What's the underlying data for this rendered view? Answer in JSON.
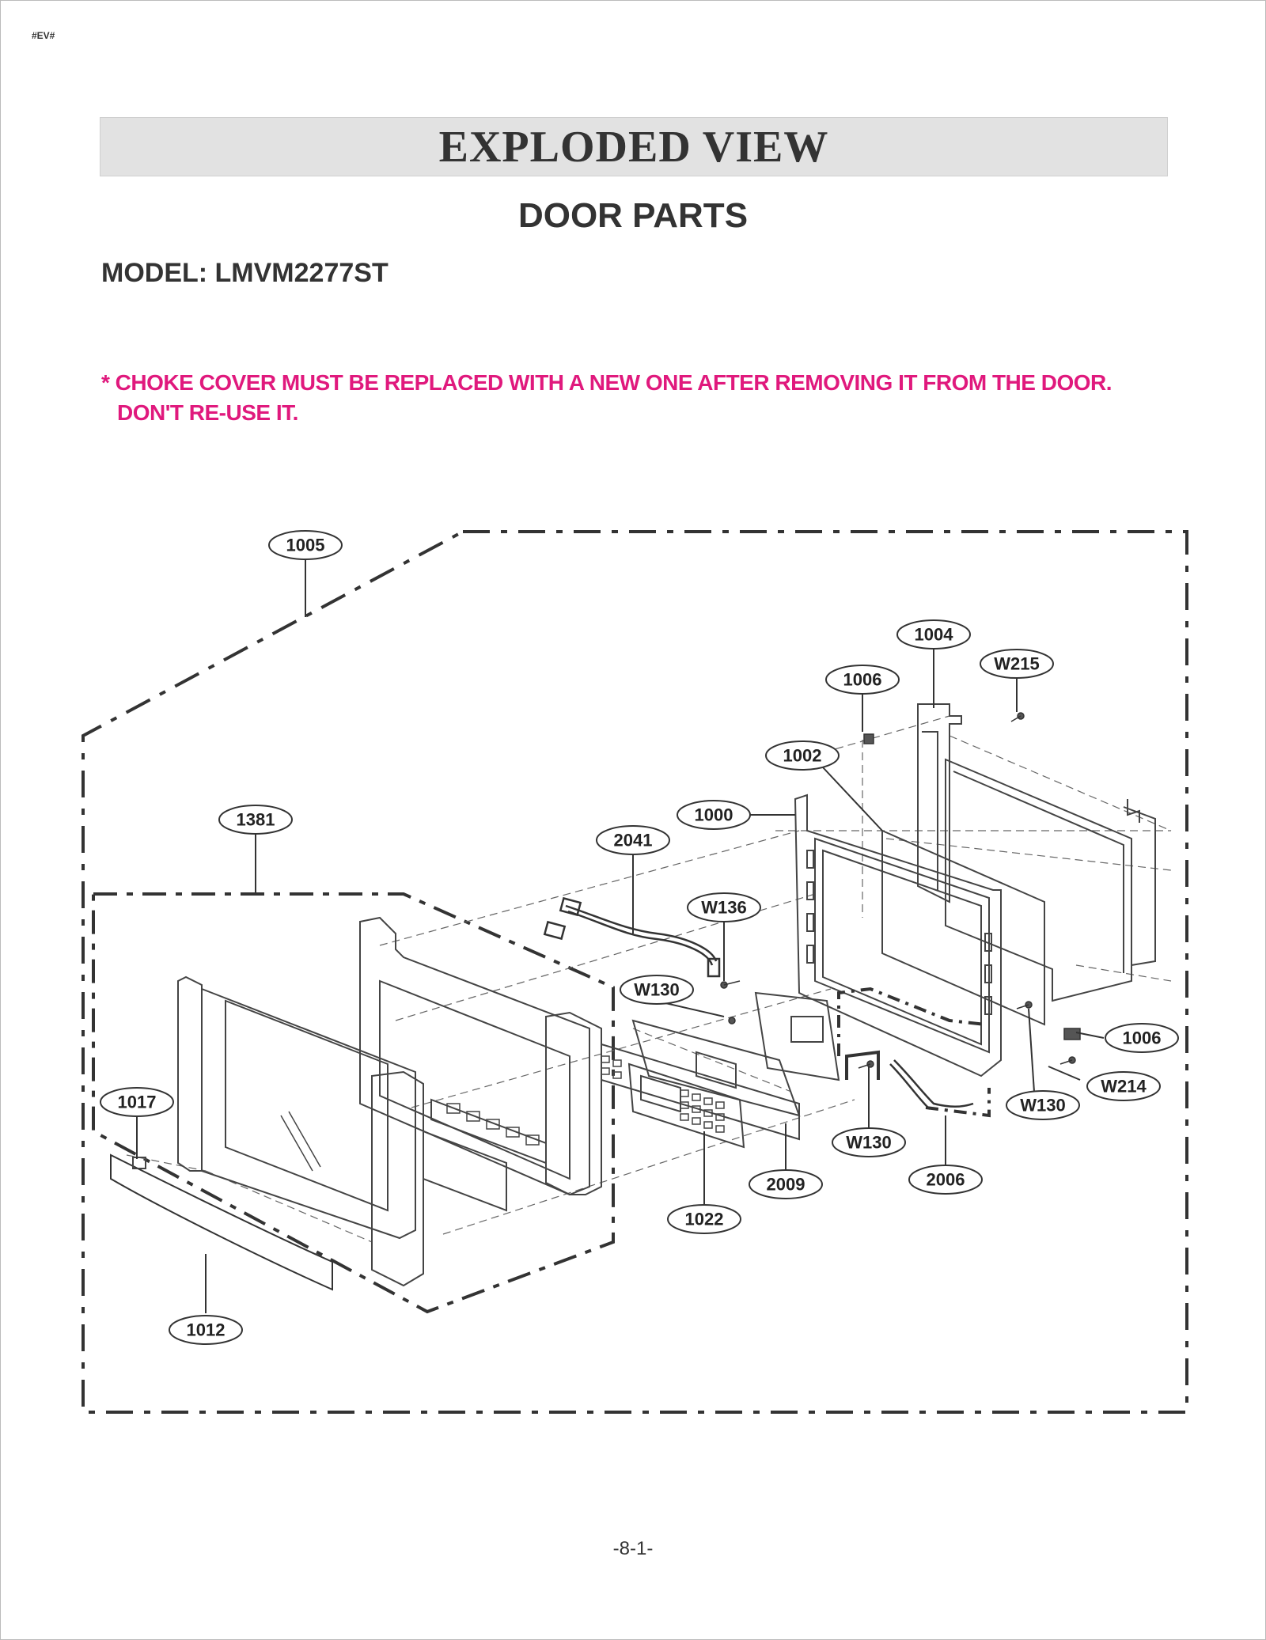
{
  "doc_code": "#EV#",
  "title": "EXPLODED VIEW",
  "subtitle": "DOOR PARTS",
  "model": "MODEL: LMVM2277ST",
  "notice": {
    "line1": "* CHOKE COVER MUST BE REPLACED WITH A NEW ONE AFTER REMOVING IT FROM THE DOOR.",
    "line2": "DON'T RE-USE IT."
  },
  "callouts": {
    "c1005": "1005",
    "c1004": "1004",
    "cW215": "W215",
    "c1006a": "1006",
    "c1002": "1002",
    "c1000": "1000",
    "c1381": "1381",
    "c2041": "2041",
    "cW136": "W136",
    "cW130a": "W130",
    "c1006b": "1006",
    "cW214": "W214",
    "cW130b": "W130",
    "cW130c": "W130",
    "c2006": "2006",
    "c2009": "2009",
    "c1022": "1022",
    "c1017": "1017",
    "c1012": "1012"
  },
  "colors": {
    "notice": "#e0197d",
    "title_bar": "#e2e2e2",
    "ink": "#333333"
  },
  "page_number": "-8-1-"
}
